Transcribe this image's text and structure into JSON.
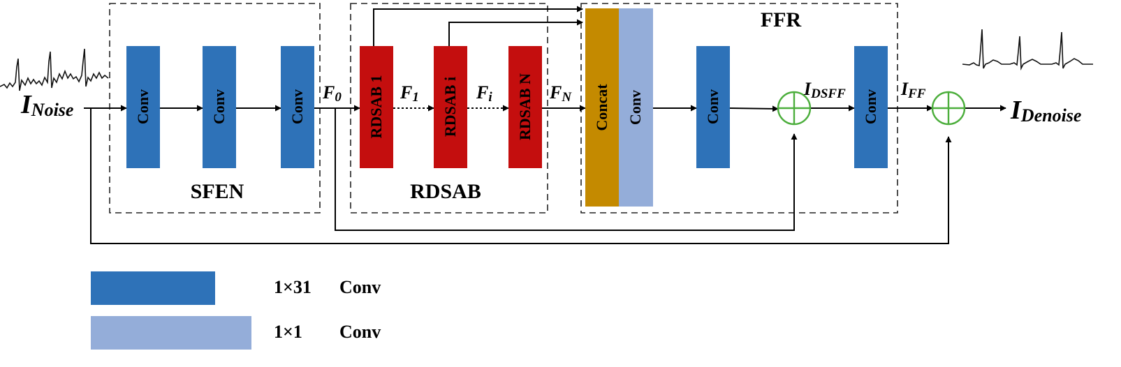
{
  "colors": {
    "conv_dark": "#2e72b8",
    "conv_light": "#94add9",
    "rdsab": "#c40e0e",
    "concat": "#c48a00",
    "sum_node": "#4cae3c"
  },
  "groups": {
    "sfen": "SFEN",
    "rdsab": "RDSAB",
    "ffr": "FFR"
  },
  "blocks": {
    "sfen_conv1": "Conv",
    "sfen_conv2": "Conv",
    "sfen_conv3": "Conv",
    "rdsab_1": "RDSAB 1",
    "rdsab_i": "RDSAB i",
    "rdsab_n": "RDSAB N",
    "concat": "Concat",
    "ffr_conv_1x1": "Conv",
    "ffr_conv": "Conv",
    "out_conv": "Conv"
  },
  "signals": {
    "input": {
      "main": "I",
      "sub": "Noise"
    },
    "f0": {
      "main": "F",
      "sub": "0"
    },
    "f1": {
      "main": "F",
      "sub": "1"
    },
    "fi": {
      "main": "F",
      "sub": "i"
    },
    "fn": {
      "main": "F",
      "sub": "N"
    },
    "idsff": {
      "main": "I",
      "sub": "DSFF"
    },
    "iff": {
      "main": "I",
      "sub": "FF"
    },
    "output": {
      "main": "I",
      "sub": "Denoise"
    }
  },
  "legend": [
    {
      "kernel": "1×31",
      "name": "Conv"
    },
    {
      "kernel": "1×1",
      "name": "Conv"
    }
  ]
}
